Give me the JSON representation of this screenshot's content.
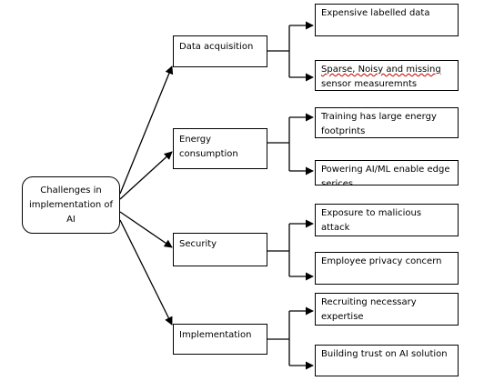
{
  "root": {
    "label_lines": [
      "Challenges in",
      "implementation of",
      "AI"
    ]
  },
  "categories": [
    {
      "label": "Data acquisition",
      "children": [
        {
          "lines": [
            "Expensive labelled data"
          ]
        },
        {
          "lines": [
            "Sparse, Noisy and missing",
            "sensor measuremnts"
          ]
        }
      ]
    },
    {
      "label_lines": [
        "Energy",
        "consumption"
      ],
      "children": [
        {
          "lines": [
            "Training has large energy",
            "footprints"
          ]
        },
        {
          "lines": [
            "Powering AI/ML enable edge",
            "serices"
          ]
        }
      ]
    },
    {
      "label": "Security",
      "children": [
        {
          "lines": [
            "Exposure to malicious attack"
          ]
        },
        {
          "lines": [
            "Employee privacy concern"
          ]
        }
      ]
    },
    {
      "label": "Implementation",
      "children": [
        {
          "lines": [
            "Recruiting necessary expertise"
          ]
        },
        {
          "lines": [
            "Building trust on AI solution"
          ]
        }
      ]
    }
  ],
  "colors": {
    "stroke": "#000000",
    "background": "#ffffff",
    "spellcheck_underline": "#c00000"
  }
}
